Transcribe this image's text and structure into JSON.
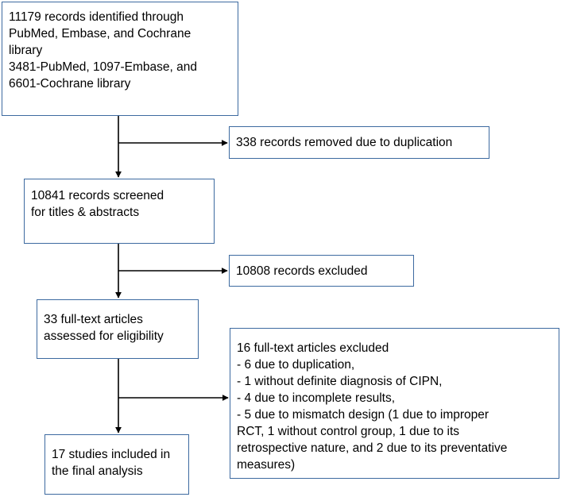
{
  "boxes": {
    "identified": {
      "lines": [
        "11179 records identified through",
        "PubMed, Embase, and Cochrane",
        "library",
        "3481-PubMed, 1097-Embase, and",
        "6601-Cochrane library"
      ]
    },
    "duplicates_removed": {
      "lines": [
        "338 records removed due to duplication"
      ]
    },
    "screened": {
      "lines": [
        "10841 records screened",
        "for titles & abstracts"
      ]
    },
    "records_excluded": {
      "lines": [
        "10808  records excluded"
      ]
    },
    "fulltext_assessed": {
      "lines": [
        "33 full-text articles",
        "assessed for eligibility"
      ]
    },
    "fulltext_excluded": {
      "lines": [
        "16 full-text articles excluded",
        "- 6 due to duplication,",
        "- 1 without definite diagnosis of CIPN,",
        "- 4 due to incomplete results,",
        "- 5 due to mismatch design (1 due to improper",
        "RCT, 1 without control group, 1 due to its",
        "retrospective nature, and 2 due to its preventative",
        "measures)"
      ]
    },
    "included": {
      "lines": [
        "17 studies included in",
        "the final analysis"
      ]
    }
  },
  "colors": {
    "box_border": "#3d6aa0",
    "arrow": "#000000",
    "background": "#ffffff"
  }
}
